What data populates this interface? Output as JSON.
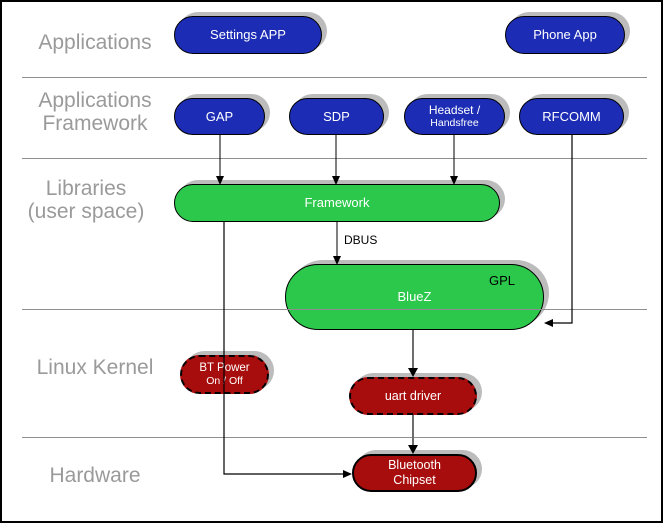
{
  "layers": {
    "applications": {
      "label": "Applications"
    },
    "app_framework": {
      "line1": "Applications",
      "line2": "Framework"
    },
    "libraries": {
      "line1": "Libraries",
      "line2": "(user space)"
    },
    "linux_kernel": {
      "label": "Linux Kernel"
    },
    "hardware": {
      "label": "Hardware"
    }
  },
  "nodes": {
    "settings_app": {
      "label": "Settings APP"
    },
    "phone_app": {
      "label": "Phone App"
    },
    "gap": {
      "label": "GAP"
    },
    "sdp": {
      "label": "SDP"
    },
    "headset": {
      "line1": "Headset /",
      "line2": "Handsfree"
    },
    "rfcomm": {
      "label": "RFCOMM"
    },
    "framework": {
      "label": "Framework"
    },
    "bluez": {
      "label": "BlueZ",
      "badge": "GPL"
    },
    "bt_power": {
      "line1": "BT Power",
      "line2": "On / Off"
    },
    "uart_driver": {
      "label": "uart driver"
    },
    "bluetooth_chipset": {
      "line1": "Bluetooth",
      "line2": "Chipset"
    }
  },
  "edge_labels": {
    "dbus": "DBUS"
  },
  "colors": {
    "app_blue": "#1c2cb4",
    "lib_green": "#2bc84b",
    "kernel_red": "#a80d0d",
    "layer_label_gray": "#9a9a9a",
    "separator_gray": "#8f8f8f",
    "shadow_gray": "#bcbcbc"
  }
}
